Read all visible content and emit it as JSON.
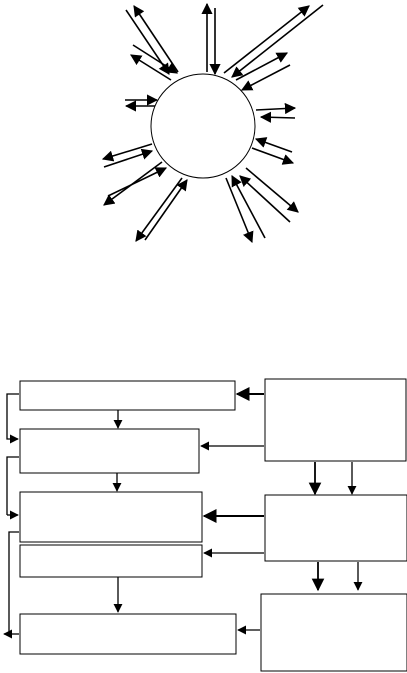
{
  "diagram": {
    "stroke_color": "#000000",
    "background": "#ffffff",
    "hub": {
      "label": ""
    },
    "blocks": [
      {
        "id": "block-1",
        "label": ""
      },
      {
        "id": "block-2",
        "label": ""
      },
      {
        "id": "block-3",
        "label": ""
      },
      {
        "id": "block-4",
        "label": ""
      },
      {
        "id": "block-5",
        "label": ""
      },
      {
        "id": "block-6",
        "label": ""
      },
      {
        "id": "block-7",
        "label": ""
      },
      {
        "id": "block-8",
        "label": ""
      }
    ]
  }
}
